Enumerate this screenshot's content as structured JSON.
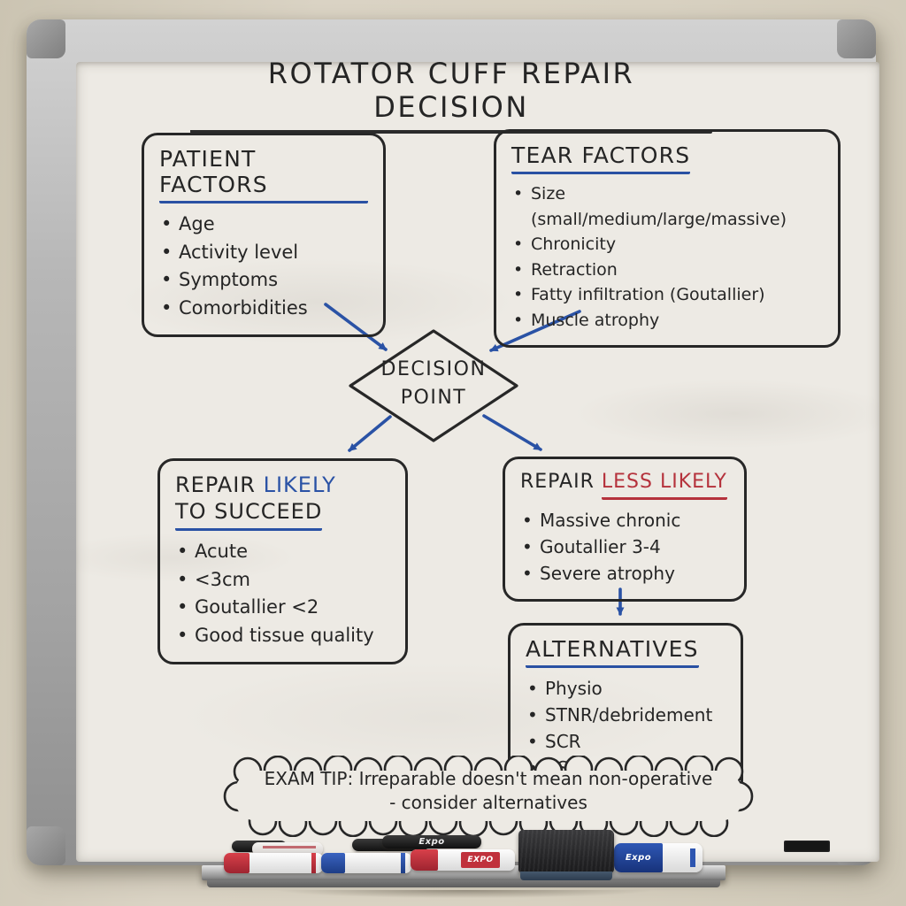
{
  "title": "ROTATOR CUFF REPAIR DECISION",
  "flow": {
    "patient_factors": {
      "heading": "PATIENT FACTORS",
      "items": [
        "Age",
        "Activity level",
        "Symptoms",
        "Comorbidities"
      ]
    },
    "tear_factors": {
      "heading": "TEAR FACTORS",
      "items": [
        "Size (small/medium/large/massive)",
        "Chronicity",
        "Retraction",
        "Fatty infiltration (Goutallier)",
        "Muscle atrophy"
      ]
    },
    "decision_point": {
      "line1": "DECISION",
      "line2": "POINT"
    },
    "repair_likely": {
      "word_repair": "REPAIR",
      "word_likely": "LIKELY",
      "line2": "TO SUCCEED",
      "items": [
        "Acute",
        "<3cm",
        "Goutallier <2",
        "Good tissue quality"
      ]
    },
    "repair_less_likely": {
      "word_repair": "REPAIR",
      "word_less_likely": "LESS LIKELY",
      "items": [
        "Massive chronic",
        "Goutallier 3-4",
        "Severe atrophy"
      ]
    },
    "alternatives": {
      "heading": "ALTERNATIVES",
      "items": [
        "Physio",
        "STNR/debridement",
        "SCR",
        "RSA"
      ]
    }
  },
  "exam_tip": {
    "line1": "EXAM TIP: Irreparable doesn't mean non-operative",
    "line2": "- consider alternatives"
  },
  "tray": {
    "marker_brand_1": "Expo",
    "marker_brand_2": "EXPO",
    "marker_brand_3": "Expo"
  },
  "colors": {
    "ink_black": "#252525",
    "ink_blue": "#2a52a5",
    "ink_red": "#b5323c",
    "board_white": "#edeae4",
    "wall_beige": "#d8d1c1"
  }
}
